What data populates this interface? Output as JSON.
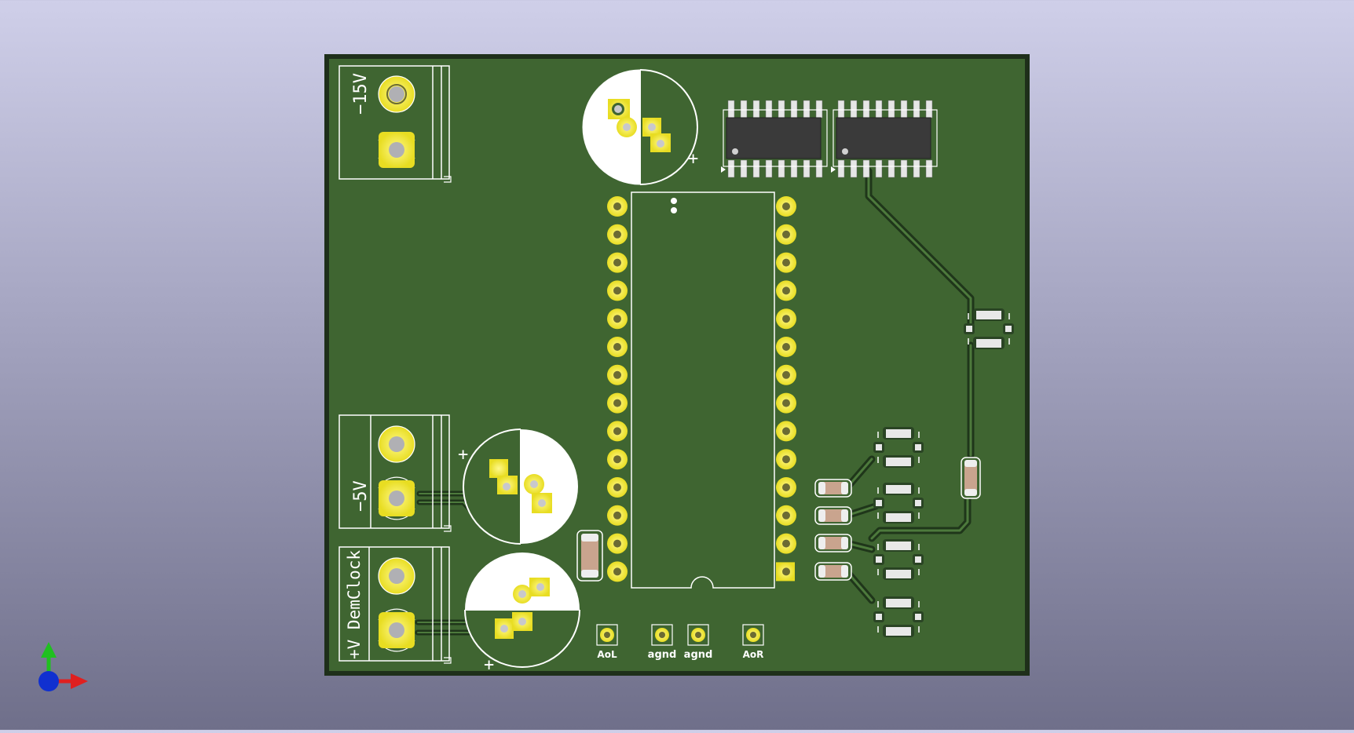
{
  "viewer": {
    "background_top": "#cfcfe9",
    "background_bottom": "#6f6f8a",
    "axis_colors": {
      "x": "#e02020",
      "y": "#20c020",
      "z": "#1030d0"
    }
  },
  "board": {
    "substrate_color": "#3f6531",
    "edge_color": "#1e2f1a",
    "silkscreen_color": "#ffffff",
    "pad_color": "#f2ec3c",
    "connectors": {
      "neg15v_label": "−15V",
      "neg5v_label": "−5V",
      "posv_label": "+V DemClock"
    },
    "capacitors": {
      "polarity_mark": "+"
    },
    "test_points": [
      "AoL",
      "agnd",
      "agnd",
      "AoR"
    ]
  }
}
